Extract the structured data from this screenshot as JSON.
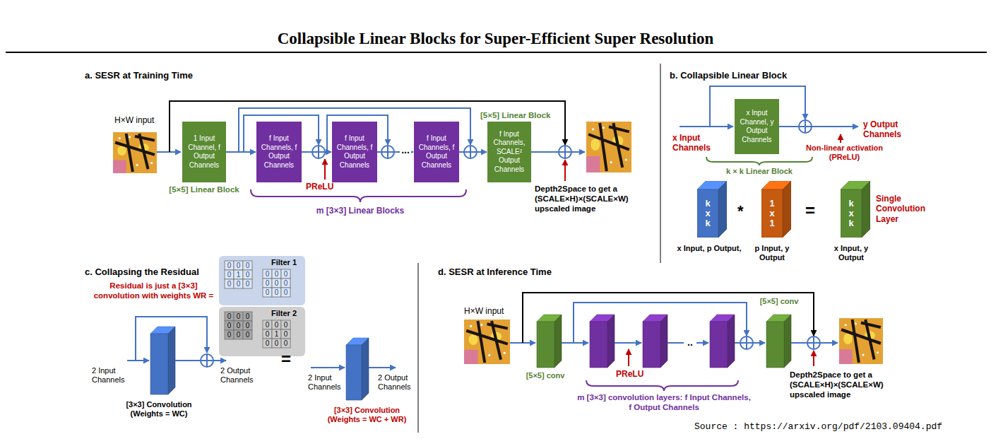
{
  "diagram": {
    "title": "Collapsible Linear Blocks for Super-Efficient Super Resolution",
    "nodes": [
      {
        "text": [
          "1 Input Channel, f Output Channels",
          "[5×5] Linear Block"
        ]
      },
      {
        "text": [
          "f Input Channels, f Output Channels"
        ]
      },
      {
        "text": [
          "f Input Channels, f Output Channels"
        ]
      },
      {
        "text": [
          "f Input Channels, f Output Channels"
        ]
      },
      {
        "text": [
          "f Input Channels, SCALE² Output Channels",
          "[5×5] Linear Block"
        ]
      },
      {
        "text": [
          "x Input Channel, y Output Channels"
        ]
      },
      {
        "text": [
          "k x k"
        ]
      },
      {
        "text": [
          "1 x 1"
        ]
      },
      {
        "text": [
          "k x k"
        ]
      }
    ],
    "edges": [
      {
        "from": 0,
        "to": 1,
        "arrow": "to"
      },
      {
        "from": 1,
        "to": 2,
        "arrow": "to"
      },
      {
        "from": 2,
        "to": 3,
        "label": "...",
        "arrow": "to"
      },
      {
        "from": 3,
        "to": 4,
        "arrow": "to"
      }
    ],
    "labels": [
      "a. SESR at Training Time",
      "H×W input",
      "PReLU",
      "m [3×3] Linear Blocks",
      "Depth2Space to get a (SCALE×H)×(SCALE×W) upscaled image",
      "b. Collapsible Linear Block",
      "x Input Channels",
      "Non-linear activation (PReLU)",
      "y Output Channels",
      "k × k Linear Block",
      "x Input, p Output,",
      "*",
      "p Input, y Output",
      "=",
      "Single Convolution Layer",
      "x Input, y Output",
      "c. Collapsing the Residual",
      "Residual is just a [3×3] convolution with weights WR =",
      "Filter 1",
      "Filter 2",
      "0",
      "0",
      "0",
      "0",
      "1",
      "0",
      "0",
      "0",
      "0",
      "0",
      "0",
      "0",
      "0",
      "0",
      "0",
      "0",
      "0",
      "0",
      "0",
      "0",
      "0",
      "0",
      "0",
      "0",
      "0",
      "0",
      "0",
      "0",
      "0",
      "0",
      "0",
      "1",
      "0",
      "0",
      "0",
      "0",
      "2 Input Channels",
      "[3×3] Convolution (Weights = WC)",
      "2 Output Channels",
      "=",
      "2 Input Channels",
      "2 Output Channels",
      "[3×3] Convolution (Weights = WC + WR)",
      "d. SESR at Inference Time",
      "H×W input",
      "[5×5] conv",
      "PReLU",
      "..",
      "[5×5] conv",
      "Depth2Space to get a (SCALE×H)×(SCALE×W) upscaled image",
      "m [3×3] convolution layers: f Input Channels, f Output Channels",
      "Source : https://arxiv.org/pdf/2103.09404.pdf"
    ]
  }
}
